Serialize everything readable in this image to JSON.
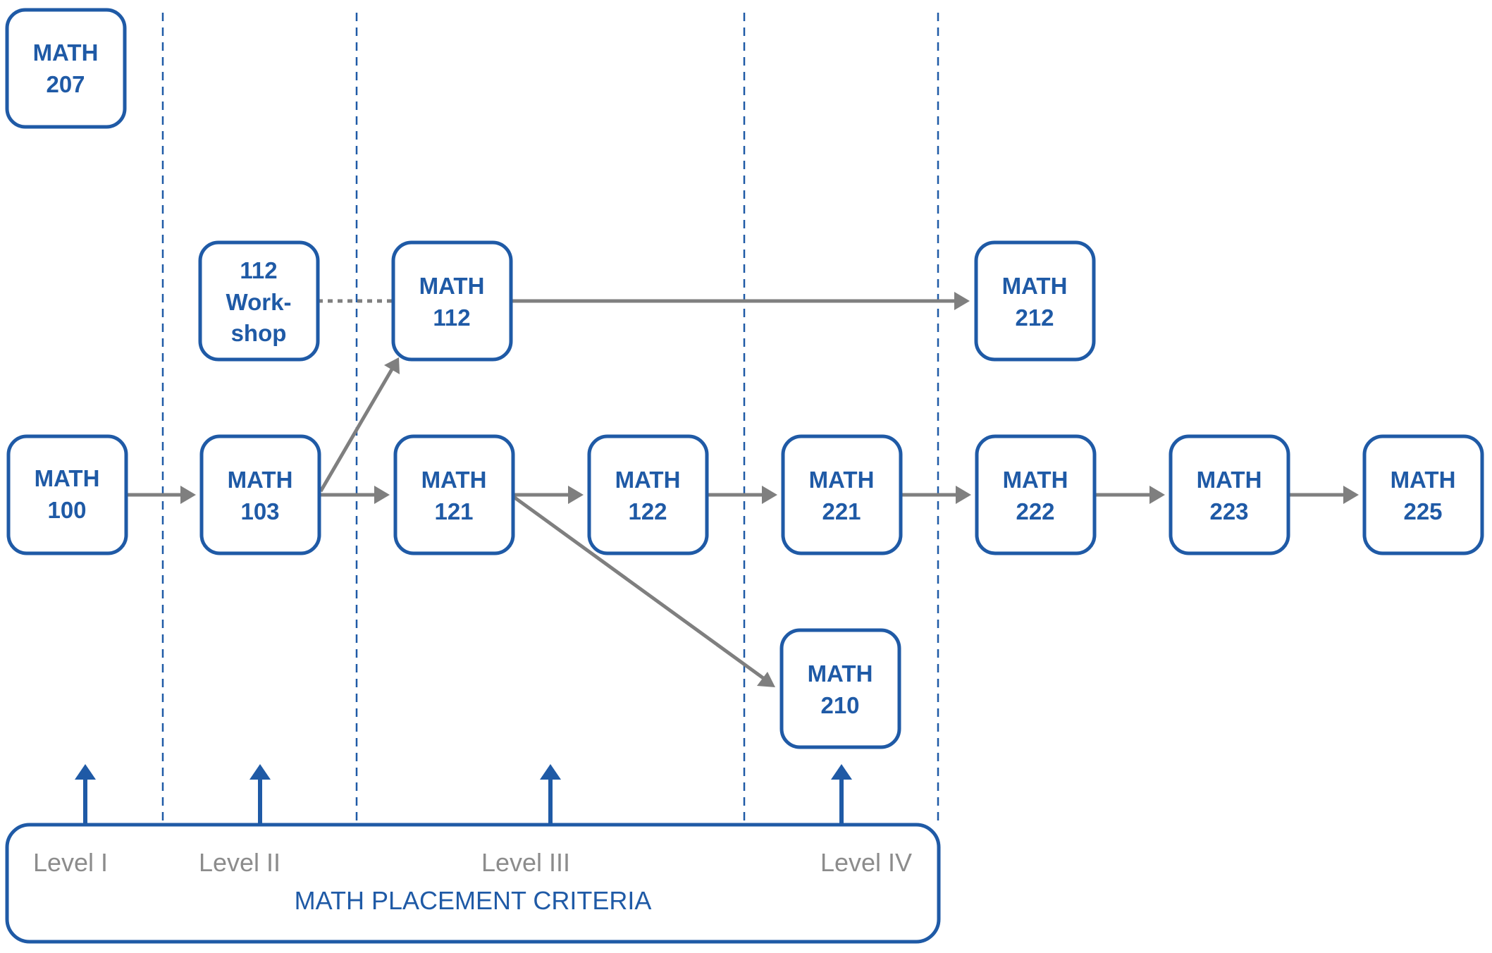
{
  "courses": {
    "math207": {
      "line1": "MATH",
      "line2": "207"
    },
    "workshop112": {
      "line1": "112",
      "line2": "Work-",
      "line3": "shop"
    },
    "math112": {
      "line1": "MATH",
      "line2": "112"
    },
    "math212": {
      "line1": "MATH",
      "line2": "212"
    },
    "math100": {
      "line1": "MATH",
      "line2": "100"
    },
    "math103": {
      "line1": "MATH",
      "line2": "103"
    },
    "math121": {
      "line1": "MATH",
      "line2": "121"
    },
    "math122": {
      "line1": "MATH",
      "line2": "122"
    },
    "math221": {
      "line1": "MATH",
      "line2": "221"
    },
    "math222": {
      "line1": "MATH",
      "line2": "222"
    },
    "math223": {
      "line1": "MATH",
      "line2": "223"
    },
    "math225": {
      "line1": "MATH",
      "line2": "225"
    },
    "math210": {
      "line1": "MATH",
      "line2": "210"
    }
  },
  "placement": {
    "title": "MATH PLACEMENT CRITERIA",
    "levels": [
      "Level I",
      "Level II",
      "Level III",
      "Level IV"
    ]
  },
  "colors": {
    "accent": "#1F5AA6",
    "arrow": "#7F7F7F",
    "level_text": "#8C8C8C"
  }
}
